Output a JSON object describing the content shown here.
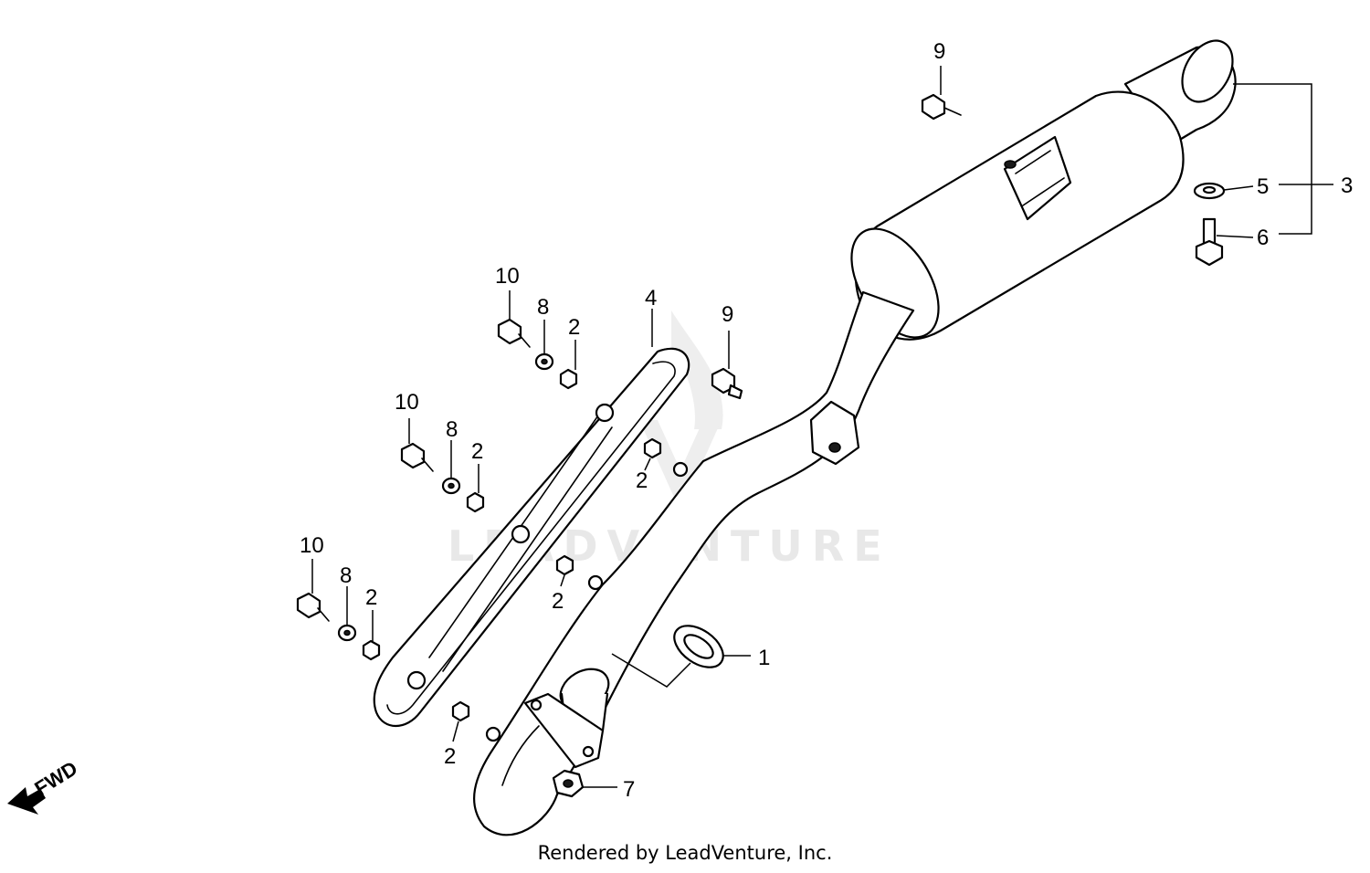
{
  "watermark": "LEADVENTURE",
  "footer": "Rendered by LeadVenture, Inc.",
  "direction_label": "FWD",
  "callouts": {
    "c1": "1",
    "c2a": "2",
    "c2b": "2",
    "c2c": "2",
    "c2d": "2",
    "c2e": "2",
    "c2f": "2",
    "c3": "3",
    "c4": "4",
    "c5": "5",
    "c6": "6",
    "c7": "7",
    "c8a": "8",
    "c8b": "8",
    "c8c": "8",
    "c9a": "9",
    "c9b": "9",
    "c10a": "10",
    "c10b": "10",
    "c10c": "10"
  }
}
